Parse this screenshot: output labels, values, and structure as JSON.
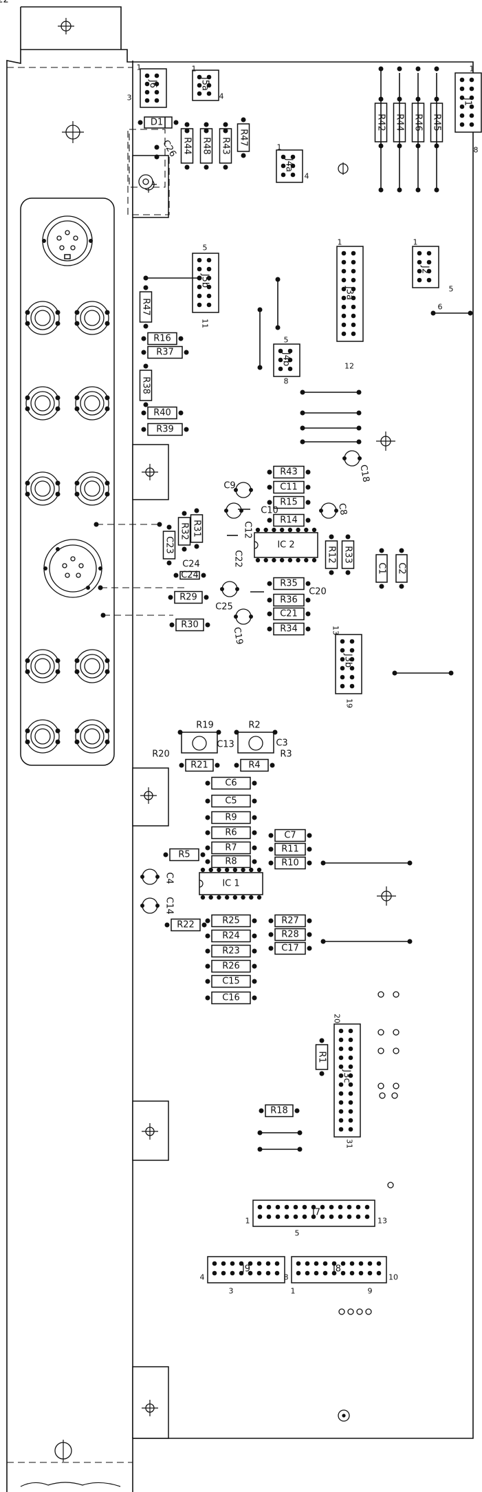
{
  "components": {
    "r42": "R42",
    "r44a": "R44",
    "r46": "R46",
    "r45": "R45",
    "j1": "J1",
    "j6": "J6",
    "j5a": "J5a",
    "d1": "D1",
    "c26": "C26",
    "r44b": "R44",
    "r48": "R48",
    "r43": "R43",
    "r47a": "R47",
    "j4a": "J4a",
    "j3a": "J3a",
    "j2": "J2",
    "j5b": "J5b",
    "r47b": "R47",
    "r16": "R16",
    "r37": "R37",
    "r38": "R38",
    "r40": "R40",
    "r39": "R39",
    "j4b": "J4b",
    "c18": "C18",
    "r43b": "R43",
    "c11": "C11",
    "r15": "R15",
    "r14": "R14",
    "c9": "C9",
    "c10": "C10",
    "c8": "C8",
    "c12": "C12",
    "c22": "C22",
    "r31": "R31",
    "r32": "R32",
    "c23": "C23",
    "c24": "C24",
    "ic2": "IC 2",
    "r12": "R12",
    "r33": "R33",
    "c1": "C1",
    "c2": "C2",
    "r35": "R35",
    "c20": "C20",
    "r36": "R36",
    "c21": "C21",
    "r34": "R34",
    "r29": "R29",
    "c25": "C25",
    "r30": "R30",
    "c19": "C19",
    "j3b": "J3b",
    "r19": "R19",
    "r2": "R2",
    "r20": "R20",
    "c13": "C13",
    "c3": "C3",
    "r3": "R3",
    "r21": "R21",
    "r4": "R4",
    "c6": "C6",
    "c5": "C5",
    "r9": "R9",
    "r6": "R6",
    "r7": "R7",
    "r8": "R8",
    "c7": "C7",
    "r11": "R11",
    "r10": "R10",
    "r5": "R5",
    "c4": "C4",
    "c14": "C14",
    "ic1": "IC 1",
    "r22": "R22",
    "r25": "R25",
    "r24": "R24",
    "r23": "R23",
    "r26": "R26",
    "c15": "C15",
    "c16": "C16",
    "r27": "R27",
    "r28": "R28",
    "c17": "C17",
    "r1": "R1",
    "j3c": "J3c",
    "r18": "R18",
    "j7": "J7",
    "j9": "J9",
    "j8": "J8"
  },
  "pins": {
    "j6_3": "3",
    "j6_1": "1",
    "j5a_1": "1",
    "j5a_4": "4",
    "j1_1": "1",
    "j1_8": "8",
    "j4a_1": "1",
    "j4a_4": "4",
    "j3a_1": "1",
    "j3a_12": "12",
    "j2_1": "1",
    "j2_5": "5",
    "j2_6": "6",
    "j5b_5": "5",
    "j5b_11": "11",
    "j4b_5": "5",
    "j4b_8": "8",
    "j3b_13": "13",
    "j3b_19": "19",
    "j3c_20": "20",
    "j3c_31": "31",
    "j7_1": "1",
    "j7_13": "13",
    "j7_5": "5",
    "j9_4": "4",
    "j9_3": "3",
    "j9_8": "8",
    "j8_1": "1",
    "j8_9": "9",
    "j8_10": "10"
  }
}
